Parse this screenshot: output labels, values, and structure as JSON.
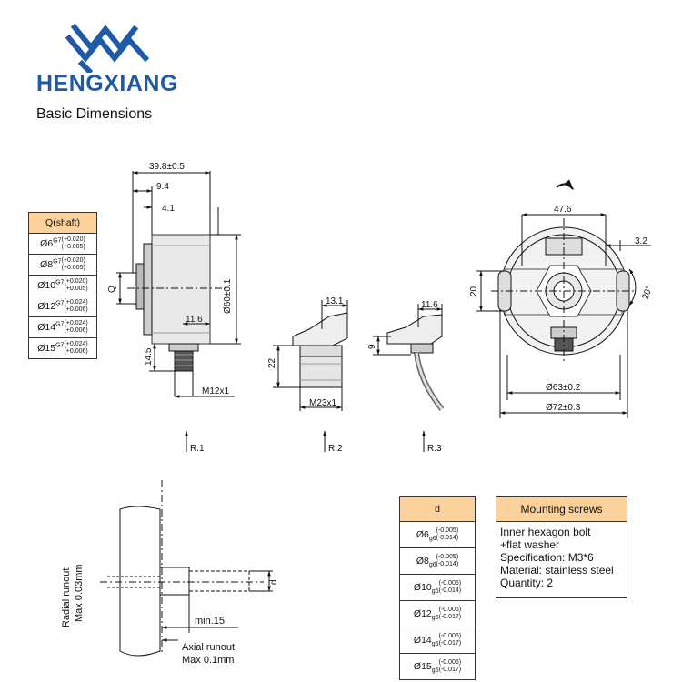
{
  "brand": {
    "name": "HENGXIANG",
    "logo_color": "#1f5aa8"
  },
  "subtitle": "Basic Dimensions",
  "q_table": {
    "header": "Q(shaft)",
    "header_color": "#fbd29c",
    "rows": [
      {
        "dia": "Ø6",
        "fit": "G7",
        "upper": "(+0.020)",
        "lower": "(+0.005)"
      },
      {
        "dia": "Ø8",
        "fit": "G7",
        "upper": "(+0.020)",
        "lower": "(+0.005)"
      },
      {
        "dia": "Ø10",
        "fit": "G7",
        "upper": "(+0.020)",
        "lower": "(+0.005)"
      },
      {
        "dia": "Ø12",
        "fit": "G7",
        "upper": "(+0.024)",
        "lower": "(+0.006)"
      },
      {
        "dia": "Ø14",
        "fit": "G7",
        "upper": "(+0.024)",
        "lower": "(+0.006)"
      },
      {
        "dia": "Ø15",
        "fit": "G7",
        "upper": "(+0.024)",
        "lower": "(+0.006)"
      }
    ]
  },
  "d_table": {
    "header": "d",
    "rows": [
      {
        "dia": "Ø6",
        "fit": "g6",
        "upper": "(-0.005)",
        "lower": "(-0.014)"
      },
      {
        "dia": "Ø8",
        "fit": "g6",
        "upper": "(-0.005)",
        "lower": "(-0.014)"
      },
      {
        "dia": "Ø10",
        "fit": "g6",
        "upper": "(-0.005)",
        "lower": "(-0.014)"
      },
      {
        "dia": "Ø12",
        "fit": "g6",
        "upper": "(-0.006)",
        "lower": "(-0.017)"
      },
      {
        "dia": "Ø14",
        "fit": "g6",
        "upper": "(-0.006)",
        "lower": "(-0.017)"
      },
      {
        "dia": "Ø15",
        "fit": "g6",
        "upper": "(-0.006)",
        "lower": "(-0.017)"
      }
    ]
  },
  "mounting": {
    "header": "Mounting screws",
    "lines": [
      "Inner hexagon bolt",
      "+flat washer",
      "Specification: M3*6",
      "Material: stainless steel",
      "Quantity: 2"
    ]
  },
  "side_view": {
    "dim_total": "39.8±0.5",
    "dim_9_4": "9.4",
    "dim_4_1": "4.1",
    "dim_dia60": "Ø60±0.1",
    "dim_11_6": "11.6",
    "dim_14_5": "14.5",
    "dim_m12": "M12x1",
    "label_q": "Q",
    "view_label": "R.1"
  },
  "connector2": {
    "dim_13_1": "13.1",
    "dim_22": "22",
    "dim_m23": "M23x1",
    "view_label": "R.2"
  },
  "connector3": {
    "dim_11_6": "11.6",
    "dim_9": "9",
    "view_label": "R.3"
  },
  "front_view": {
    "dim_47_6": "47.6",
    "dim_3_2": "3.2",
    "dim_20": "20",
    "dim_20deg": "20°",
    "dim_63": "Ø63±0.2",
    "dim_72": "Ø72±0.3"
  },
  "runout": {
    "radial_1": "Radial runout",
    "radial_2": "Max 0.03mm",
    "axial_1": "Axial runout",
    "axial_2": "Max 0.1mm",
    "min_label": "min.15",
    "d_label": "d"
  }
}
